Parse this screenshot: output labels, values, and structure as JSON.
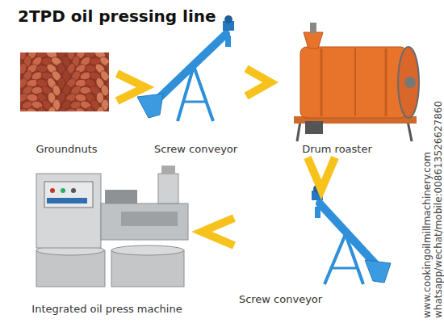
{
  "diagram": {
    "title": "2TPD oil pressing line",
    "nodes": [
      {
        "text": [
          "Groundnuts"
        ]
      },
      {
        "text": [
          "Screw conveyor"
        ]
      },
      {
        "text": [
          "Drum roaster"
        ]
      },
      {
        "text": [
          "Screw conveyor"
        ]
      },
      {
        "text": [
          "Integrated oil press machine"
        ]
      }
    ],
    "edges": [
      {
        "from": 0,
        "to": 1,
        "arrow": "to"
      },
      {
        "from": 1,
        "to": 2,
        "arrow": "to"
      },
      {
        "from": 2,
        "to": 3,
        "arrow": "to"
      },
      {
        "from": 3,
        "to": 4,
        "arrow": "to"
      }
    ],
    "labels": [
      "www.cookingoilmillmachinery.com",
      "whatsapp/wechat/mobile:008613526627860"
    ]
  }
}
